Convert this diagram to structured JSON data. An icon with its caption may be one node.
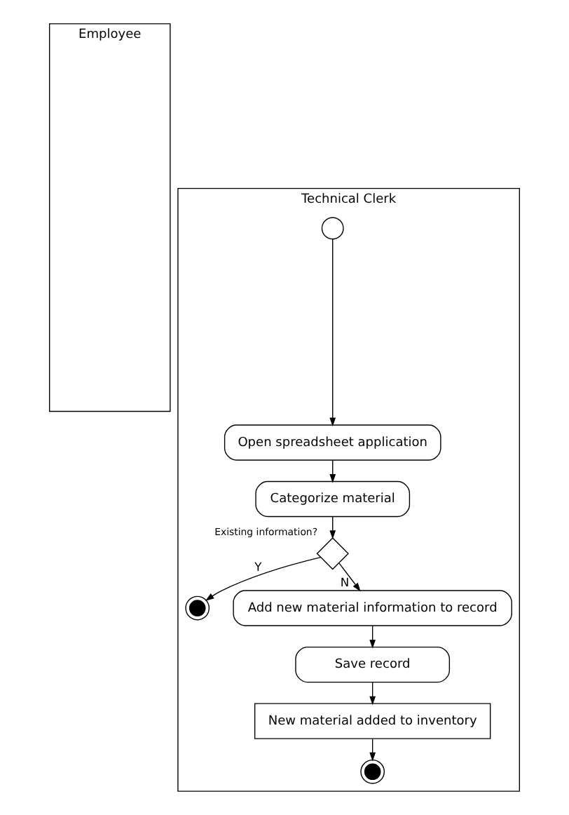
{
  "diagram": {
    "nodes": [
      {
        "text": [
          "Employee"
        ]
      },
      {
        "text": [
          "Technical Clerk"
        ]
      },
      {
        "text": [],
        "shape": "circle",
        "in": 1
      },
      {
        "text": [
          "Open spreadsheet application"
        ],
        "in": 1
      },
      {
        "text": [
          "Categorize material"
        ],
        "in": 1
      },
      {
        "text": [],
        "shape": "diamond",
        "beside": [
          "Existing information?"
        ],
        "in": 1
      },
      {
        "text": [],
        "shape": "circle",
        "in": 1
      },
      {
        "text": [
          "Add new material information to record"
        ],
        "in": 1
      },
      {
        "text": [
          "Save record"
        ],
        "in": 1
      },
      {
        "text": [
          "New material added to inventory"
        ],
        "in": 1
      },
      {
        "text": [],
        "shape": "circle",
        "in": 1
      }
    ],
    "edges": [
      {
        "from": 2,
        "to": 3,
        "arrow": "to"
      },
      {
        "from": 3,
        "to": 4,
        "arrow": "to"
      },
      {
        "from": 4,
        "to": 5,
        "arrow": "to"
      },
      {
        "from": 5,
        "to": 6,
        "arrow": "to",
        "label": "Y"
      },
      {
        "from": 5,
        "to": 7,
        "arrow": "to",
        "label": "N"
      },
      {
        "from": 7,
        "to": 8,
        "arrow": "to"
      },
      {
        "from": 8,
        "to": 9,
        "arrow": "to"
      },
      {
        "from": 9,
        "to": 10,
        "arrow": "to"
      }
    ]
  }
}
